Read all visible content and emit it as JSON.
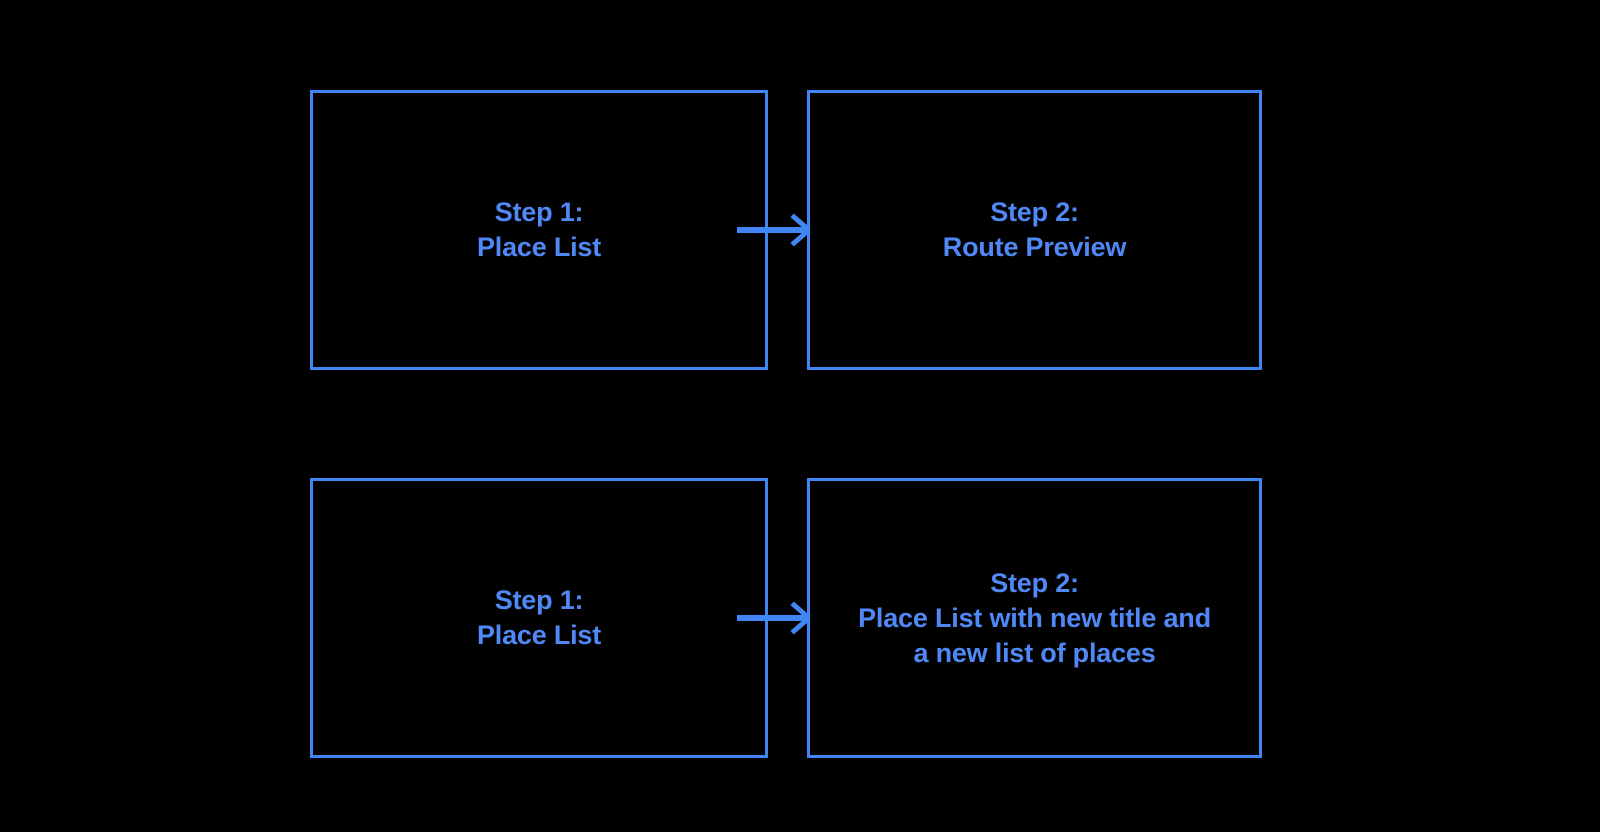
{
  "diagram": {
    "background_color": "#000000",
    "accent_color": "#4285f4",
    "text_color": "#5089f5",
    "flows": [
      {
        "id": "flow-route-preview",
        "from": {
          "label": "Step 1:\nPlace List",
          "step_number": "Step 1:",
          "step_title": "Place List"
        },
        "connector": {
          "icon": "arrow-right-icon",
          "direction": "right"
        },
        "to": {
          "label": "Step 2:\nRoute Preview",
          "step_number": "Step 2:",
          "step_title": "Route Preview"
        }
      },
      {
        "id": "flow-new-place-list",
        "from": {
          "label": "Step 1:\nPlace List",
          "step_number": "Step 1:",
          "step_title": "Place List"
        },
        "connector": {
          "icon": "arrow-right-icon",
          "direction": "right"
        },
        "to": {
          "label": "Step 2:\nPlace List with new title and\na new list of places",
          "step_number": "Step 2:",
          "step_title": "Place List with new title and a new list of places"
        }
      }
    ]
  }
}
